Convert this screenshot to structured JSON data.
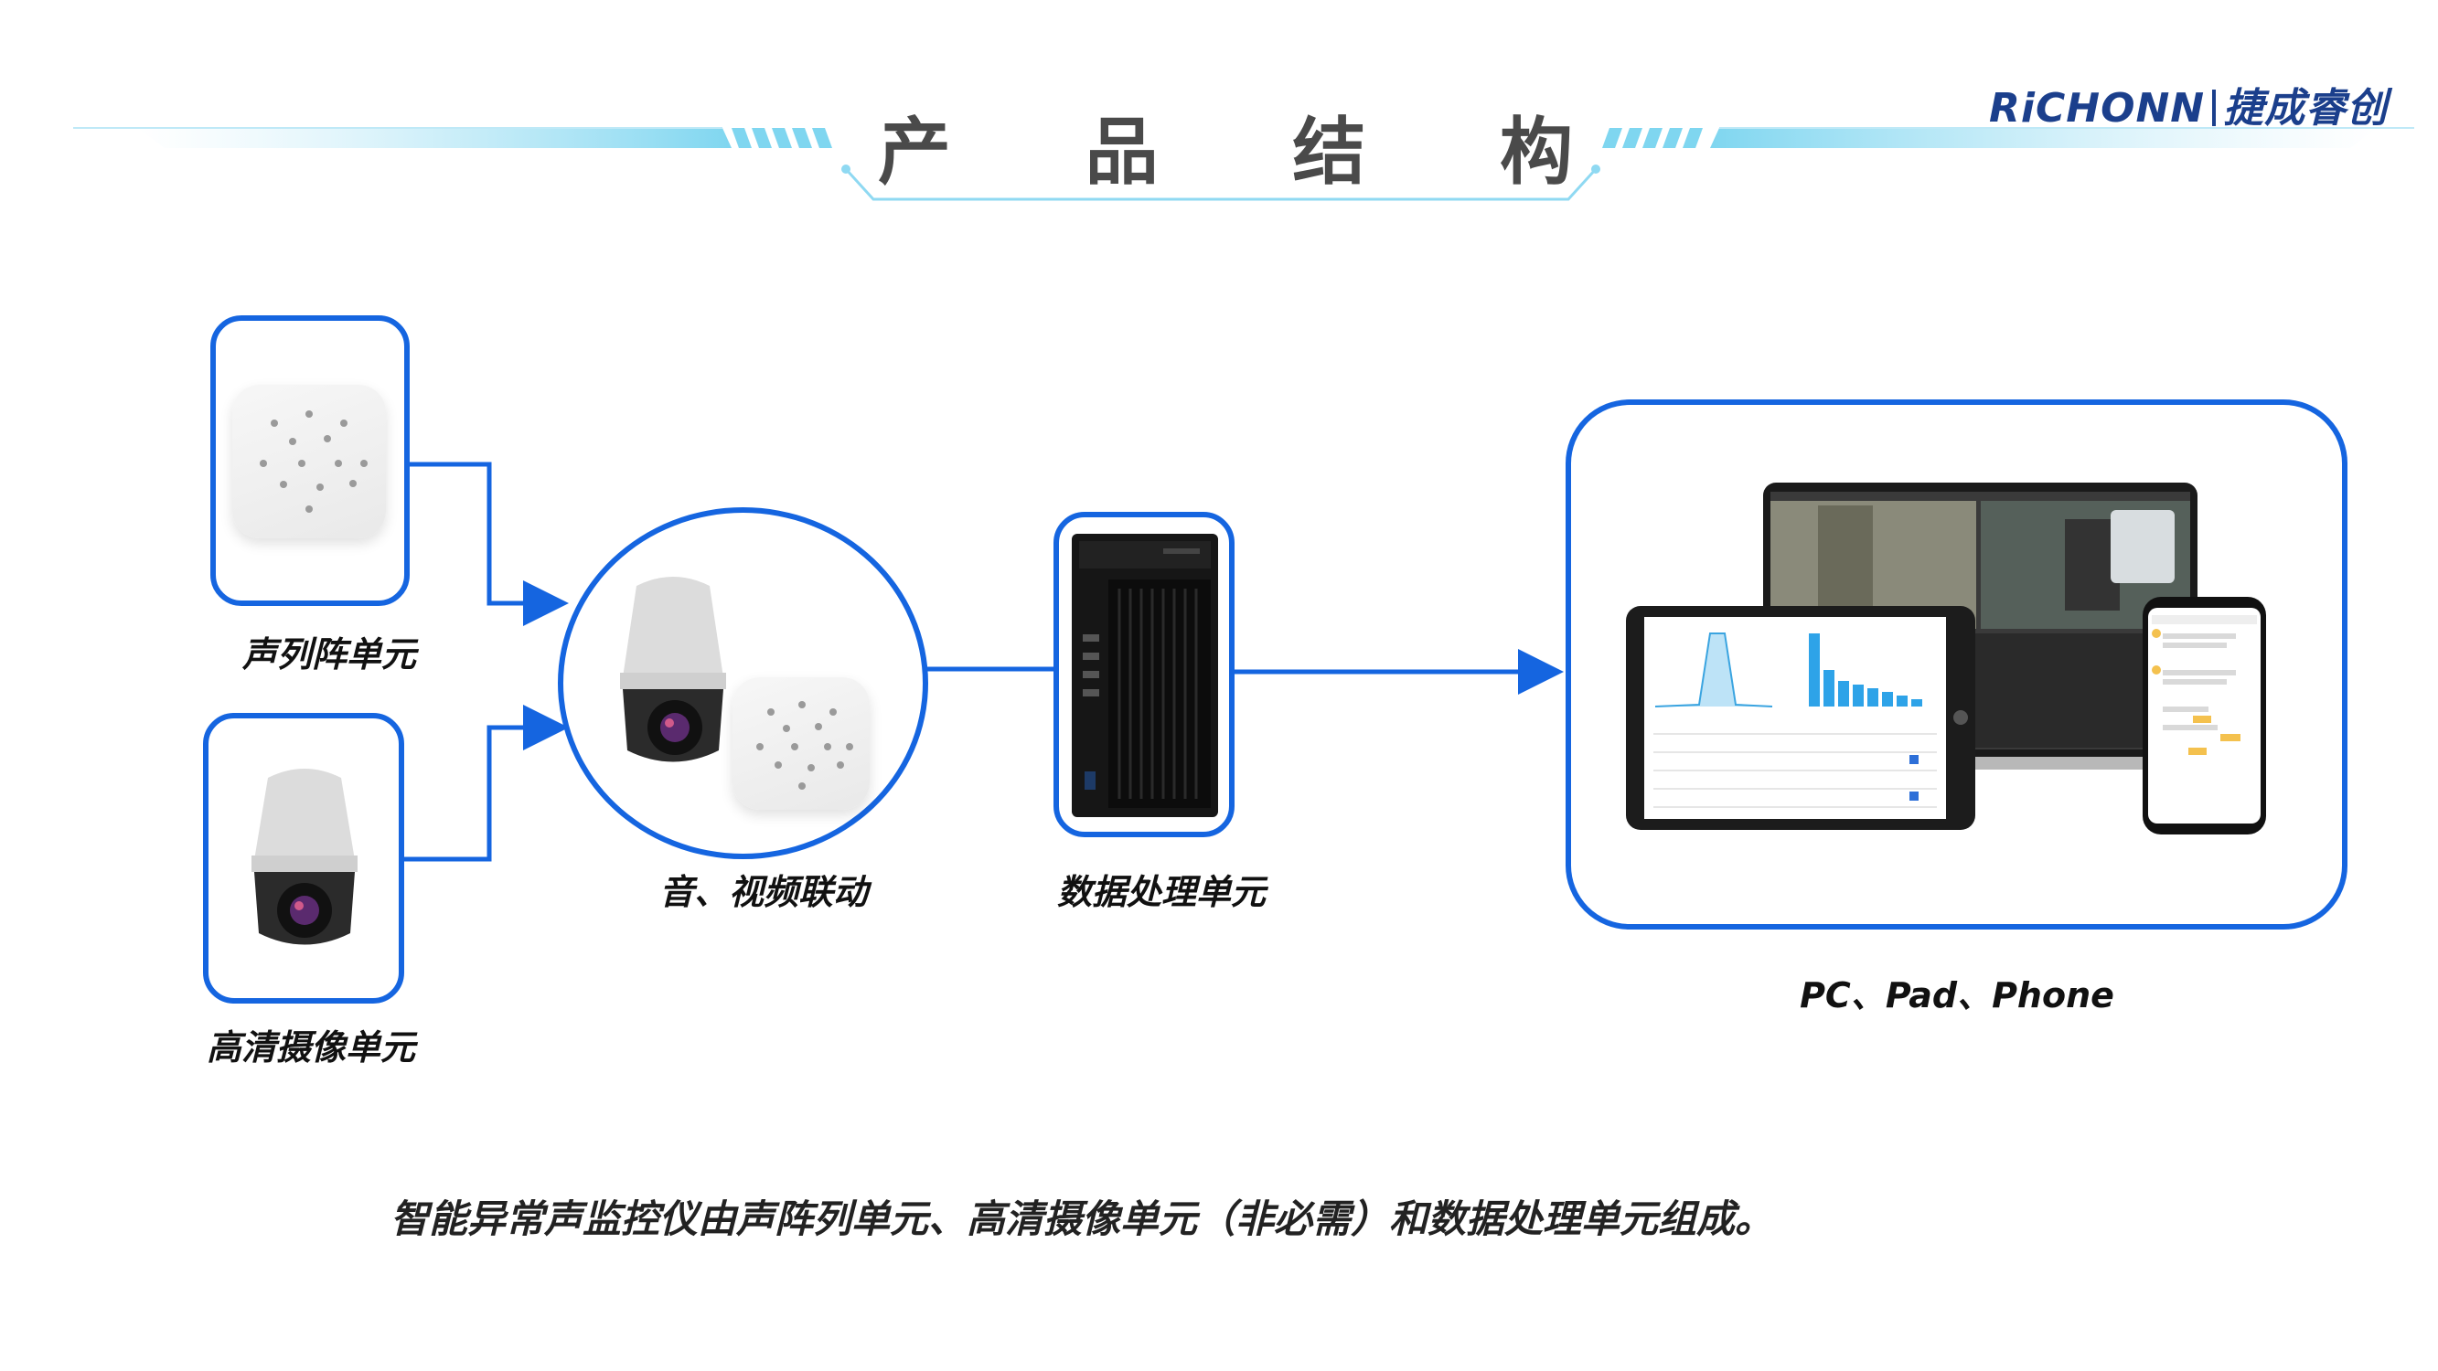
{
  "header": {
    "title_chars": [
      "产",
      "品",
      "结",
      "构"
    ],
    "logo_brand": "RiCHONN",
    "logo_cn": "捷成睿创"
  },
  "nodes": {
    "mic_array": {
      "label": "声列阵单元"
    },
    "hd_camera": {
      "label": "高清摄像单元"
    },
    "av_link": {
      "label": "音、视频联动"
    },
    "data_unit": {
      "label": "数据处理单元"
    },
    "clients": {
      "label": "PC、Pad、Phone"
    }
  },
  "caption": "智能异常声监控仪由声阵列单元、高清摄像单元（非必需）和数据处理单元组成。",
  "colors": {
    "accent": "#1565e0",
    "deco": "#7fd6f0",
    "logo": "#1b3f8c"
  }
}
